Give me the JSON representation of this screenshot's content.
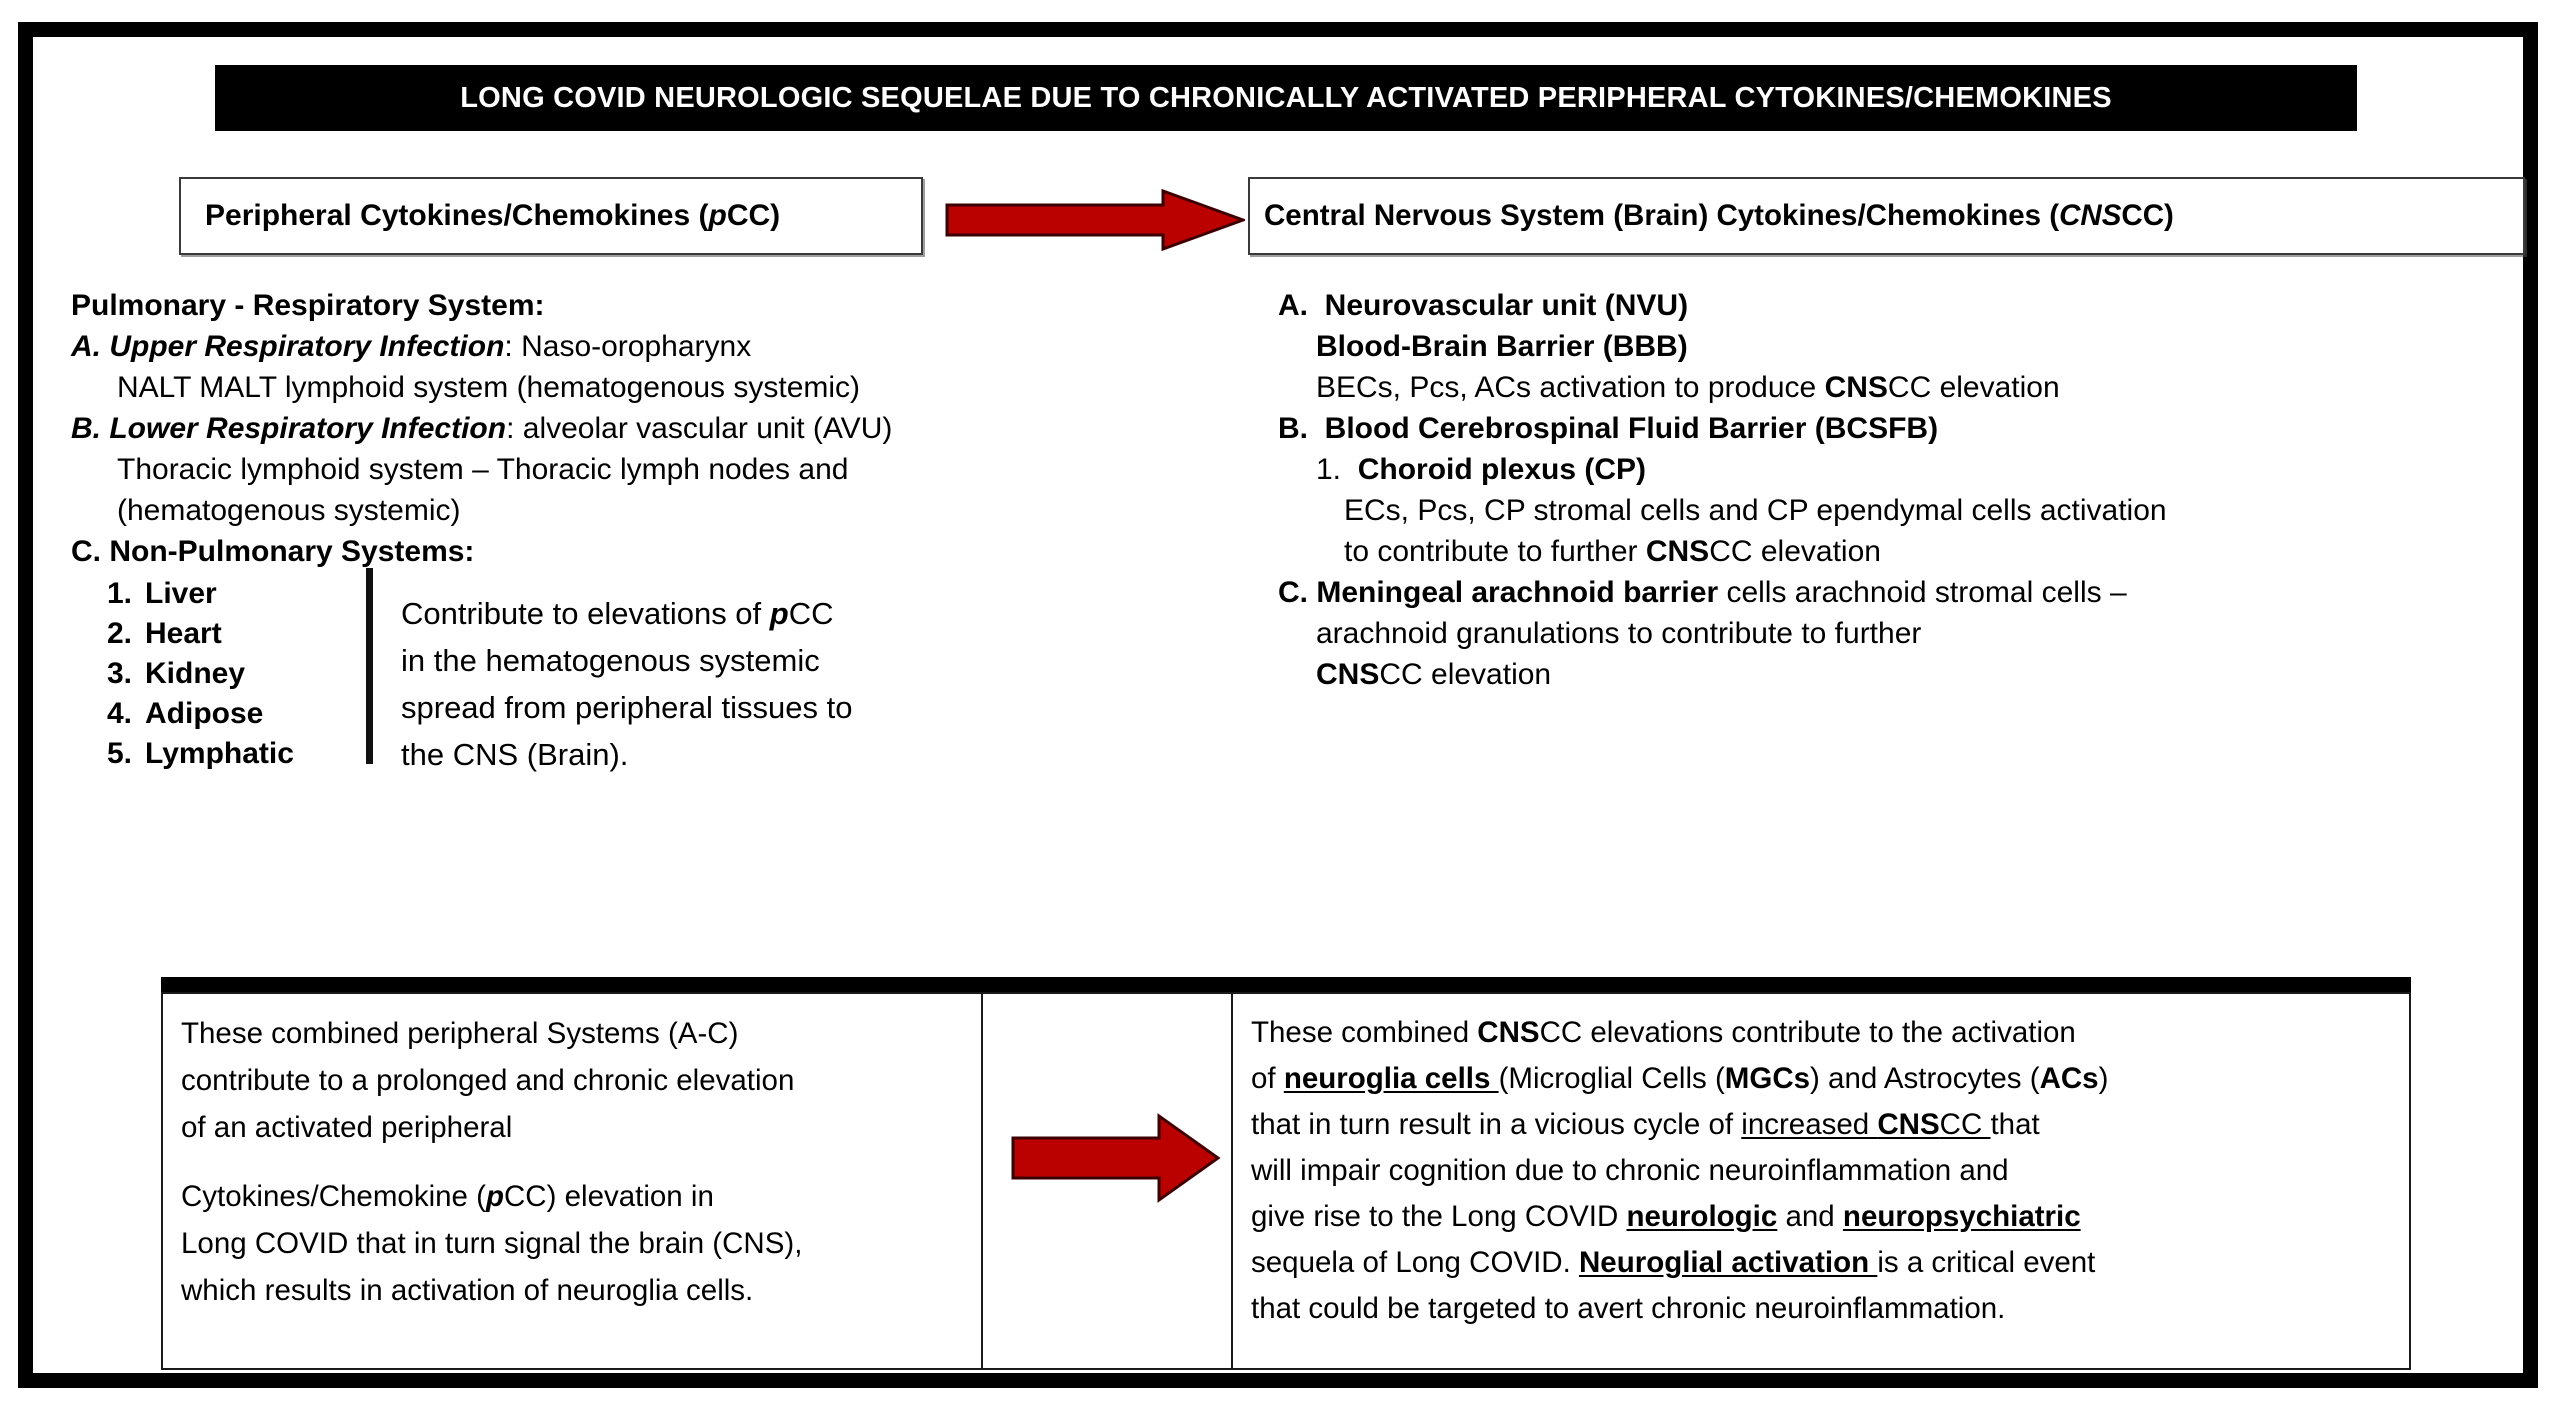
{
  "title": "LONG COVID NEUROLOGIC SEQUELAE DUE TO CHRONICALLY ACTIVATED PERIPHERAL CYTOKINES/CHEMOKINES",
  "colors": {
    "arrow_fill": "#bb0000",
    "arrow_stroke": "#3d0000",
    "title_bg": "#000000",
    "title_fg": "#ffffff",
    "frame": "#000000"
  },
  "headers": {
    "left": {
      "pre": "Peripheral Cytokines/Chemokines (",
      "abbr_em": "p",
      "abbr_rest": "CC",
      "post": ")"
    },
    "right": {
      "pre": "Central Nervous System (Brain) Cytokines/Chemokines (",
      "abbr_em": "CNS",
      "abbr_rest": "CC",
      "post": ")"
    }
  },
  "arrows": {
    "top": "right-arrow-icon",
    "bottom": "right-arrow-icon"
  },
  "left_column": {
    "heading": "Pulmonary - Respiratory System:",
    "item_a": {
      "label": "A.",
      "topic": "Upper Respiratory Infection",
      "rest": ": Naso-oropharynx",
      "cont": "NALT MALT lymphoid system (hematogenous systemic)"
    },
    "item_b": {
      "label": "B.",
      "topic": "Lower Respiratory Infection",
      "rest": ":  alveolar vascular unit (AVU)",
      "cont1": "Thoracic lymphoid system – Thoracic lymph nodes and",
      "cont2": "(hematogenous systemic)"
    },
    "item_c": {
      "label": "C.",
      "topic": "Non-Pulmonary Systems:"
    },
    "organs": [
      {
        "num": "1.",
        "name": "Liver"
      },
      {
        "num": "2.",
        "name": "Heart"
      },
      {
        "num": "3.",
        "name": "Kidney"
      },
      {
        "num": "4.",
        "name": "Adipose"
      },
      {
        "num": "5.",
        "name": "Lymphatic"
      }
    ],
    "organ_note": {
      "line1_pre": "Contribute to elevations of ",
      "line1_em": "p",
      "line1_post": "CC",
      "line2": "in the hematogenous systemic",
      "line3": "spread from peripheral tissues to",
      "line4": "the CNS (Brain)."
    }
  },
  "right_column": {
    "item_a": {
      "label": "A.",
      "title": "Neurovascular unit (NVU)",
      "subtitle": "Blood-Brain Barrier (BBB)",
      "detail_pre": "BECs, Pcs, ACs activation to produce ",
      "detail_em": "CNS",
      "detail_post": "CC elevation"
    },
    "item_b": {
      "label": "B.",
      "title": "Blood Cerebrospinal Fluid Barrier (BCSFB)",
      "sub_num": "1.",
      "sub_title": "Choroid plexus (CP)",
      "detail1": "ECs, Pcs, CP stromal cells and CP ependymal cells activation",
      "detail2_pre": "to contribute to further ",
      "detail2_em": "CNS",
      "detail2_post": "CC elevation"
    },
    "item_c": {
      "label": "C.",
      "topic": "Meningeal arachnoid barrier",
      "rest": " cells arachnoid stromal cells –",
      "cont1": "arachnoid granulations to contribute to further",
      "cont2_em": "CNS",
      "cont2_post": "CC elevation"
    }
  },
  "bottom_left": {
    "line1": "These combined peripheral Systems (A-C)",
    "line2": "contribute to a prolonged and chronic elevation",
    "line3": "of an activated peripheral",
    "line4_pre": "Cytokines/Chemokine (",
    "line4_em": "p",
    "line4_post": "CC) elevation in",
    "line5": "Long COVID that in turn signal the brain (CNS),",
    "line6": "which results in activation of neuroglia cells."
  },
  "bottom_right": {
    "l1_pre": "These combined ",
    "l1_em": "CNS",
    "l1_post": "CC elevations contribute to the activation",
    "l2_pre": "of ",
    "l2_u": "neuroglia cells ",
    "l2_mid": "(Microglial Cells (",
    "l2_b1": "MGCs",
    "l2_mid2": ") and Astrocytes (",
    "l2_b2": "ACs",
    "l2_end": ")",
    "l3_pre": "that in turn result in a vicious cycle of ",
    "l3_u_pre": "increased ",
    "l3_u_em": "CNS",
    "l3_u_post": "CC ",
    "l3_end": "that",
    "l4": "will impair cognition due to chronic neuroinflammation and",
    "l5_pre": "give rise to the Long COVID ",
    "l5_u1": "neurologic",
    "l5_mid": " and ",
    "l5_u2": "neuropsychiatric",
    "l6_pre": "sequela of Long COVID.  ",
    "l6_u": "Neuroglial activation ",
    "l6_post": "is a critical event",
    "l7": "that could be targeted to avert chronic neuroinflammation."
  }
}
